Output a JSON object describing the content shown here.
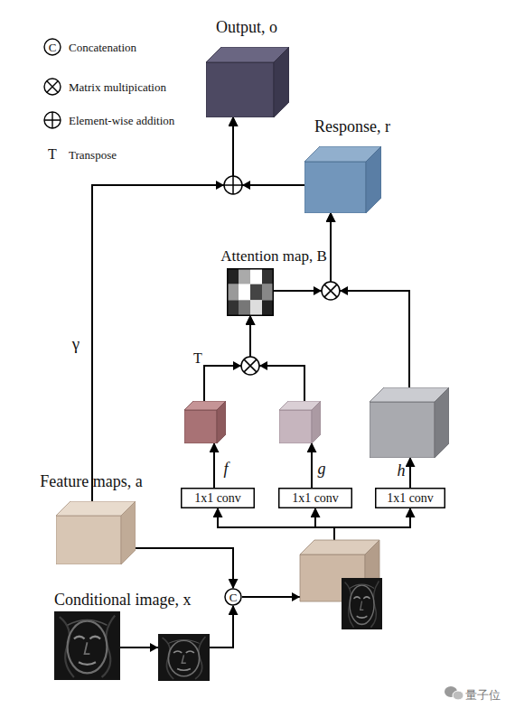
{
  "diagram": {
    "nodes": [
      {
        "text": [
          "Output, o"
        ]
      },
      {
        "text": [
          "Response, r"
        ]
      },
      {
        "text": [
          "Attention map, B"
        ]
      },
      {
        "text": [
          "f"
        ]
      },
      {
        "text": [
          "g"
        ]
      },
      {
        "text": [
          "h"
        ]
      },
      {
        "text": [
          "1x1 conv"
        ]
      },
      {
        "text": [
          "1x1 conv"
        ]
      },
      {
        "text": [
          "1x1 conv"
        ]
      },
      {
        "text": [
          "Feature maps, a"
        ]
      },
      {
        "text": [
          "C"
        ]
      },
      {
        "text": [
          "Conditional image, x"
        ]
      }
    ],
    "edges": [
      {
        "from": 11,
        "to": 10,
        "arrow": "to"
      },
      {
        "from": 9,
        "to": 10,
        "arrow": "to"
      },
      {
        "from": 10,
        "to": 6,
        "arrow": "to"
      },
      {
        "from": 10,
        "to": 7,
        "arrow": "to"
      },
      {
        "from": 10,
        "to": 8,
        "arrow": "to"
      },
      {
        "from": 6,
        "to": 3,
        "arrow": "to"
      },
      {
        "from": 7,
        "to": 4,
        "arrow": "to"
      },
      {
        "from": 8,
        "to": 5,
        "arrow": "to"
      },
      {
        "from": 3,
        "to": 2,
        "label": "T",
        "arrow": "to"
      },
      {
        "from": 4,
        "to": 2,
        "arrow": "to"
      },
      {
        "from": 2,
        "to": 1,
        "arrow": "to"
      },
      {
        "from": 5,
        "to": 1,
        "arrow": "to"
      },
      {
        "from": 1,
        "to": 0,
        "arrow": "to"
      },
      {
        "from": 9,
        "to": 0,
        "label": "γ",
        "arrow": "to"
      }
    ],
    "labels": [
      "C",
      "T",
      "量子位"
    ],
    "legend": [
      {
        "text": "Concatenation"
      },
      {
        "text": "Matrix multipication"
      },
      {
        "text": "Element-wise addition"
      },
      {
        "text": "Transpose"
      }
    ]
  }
}
